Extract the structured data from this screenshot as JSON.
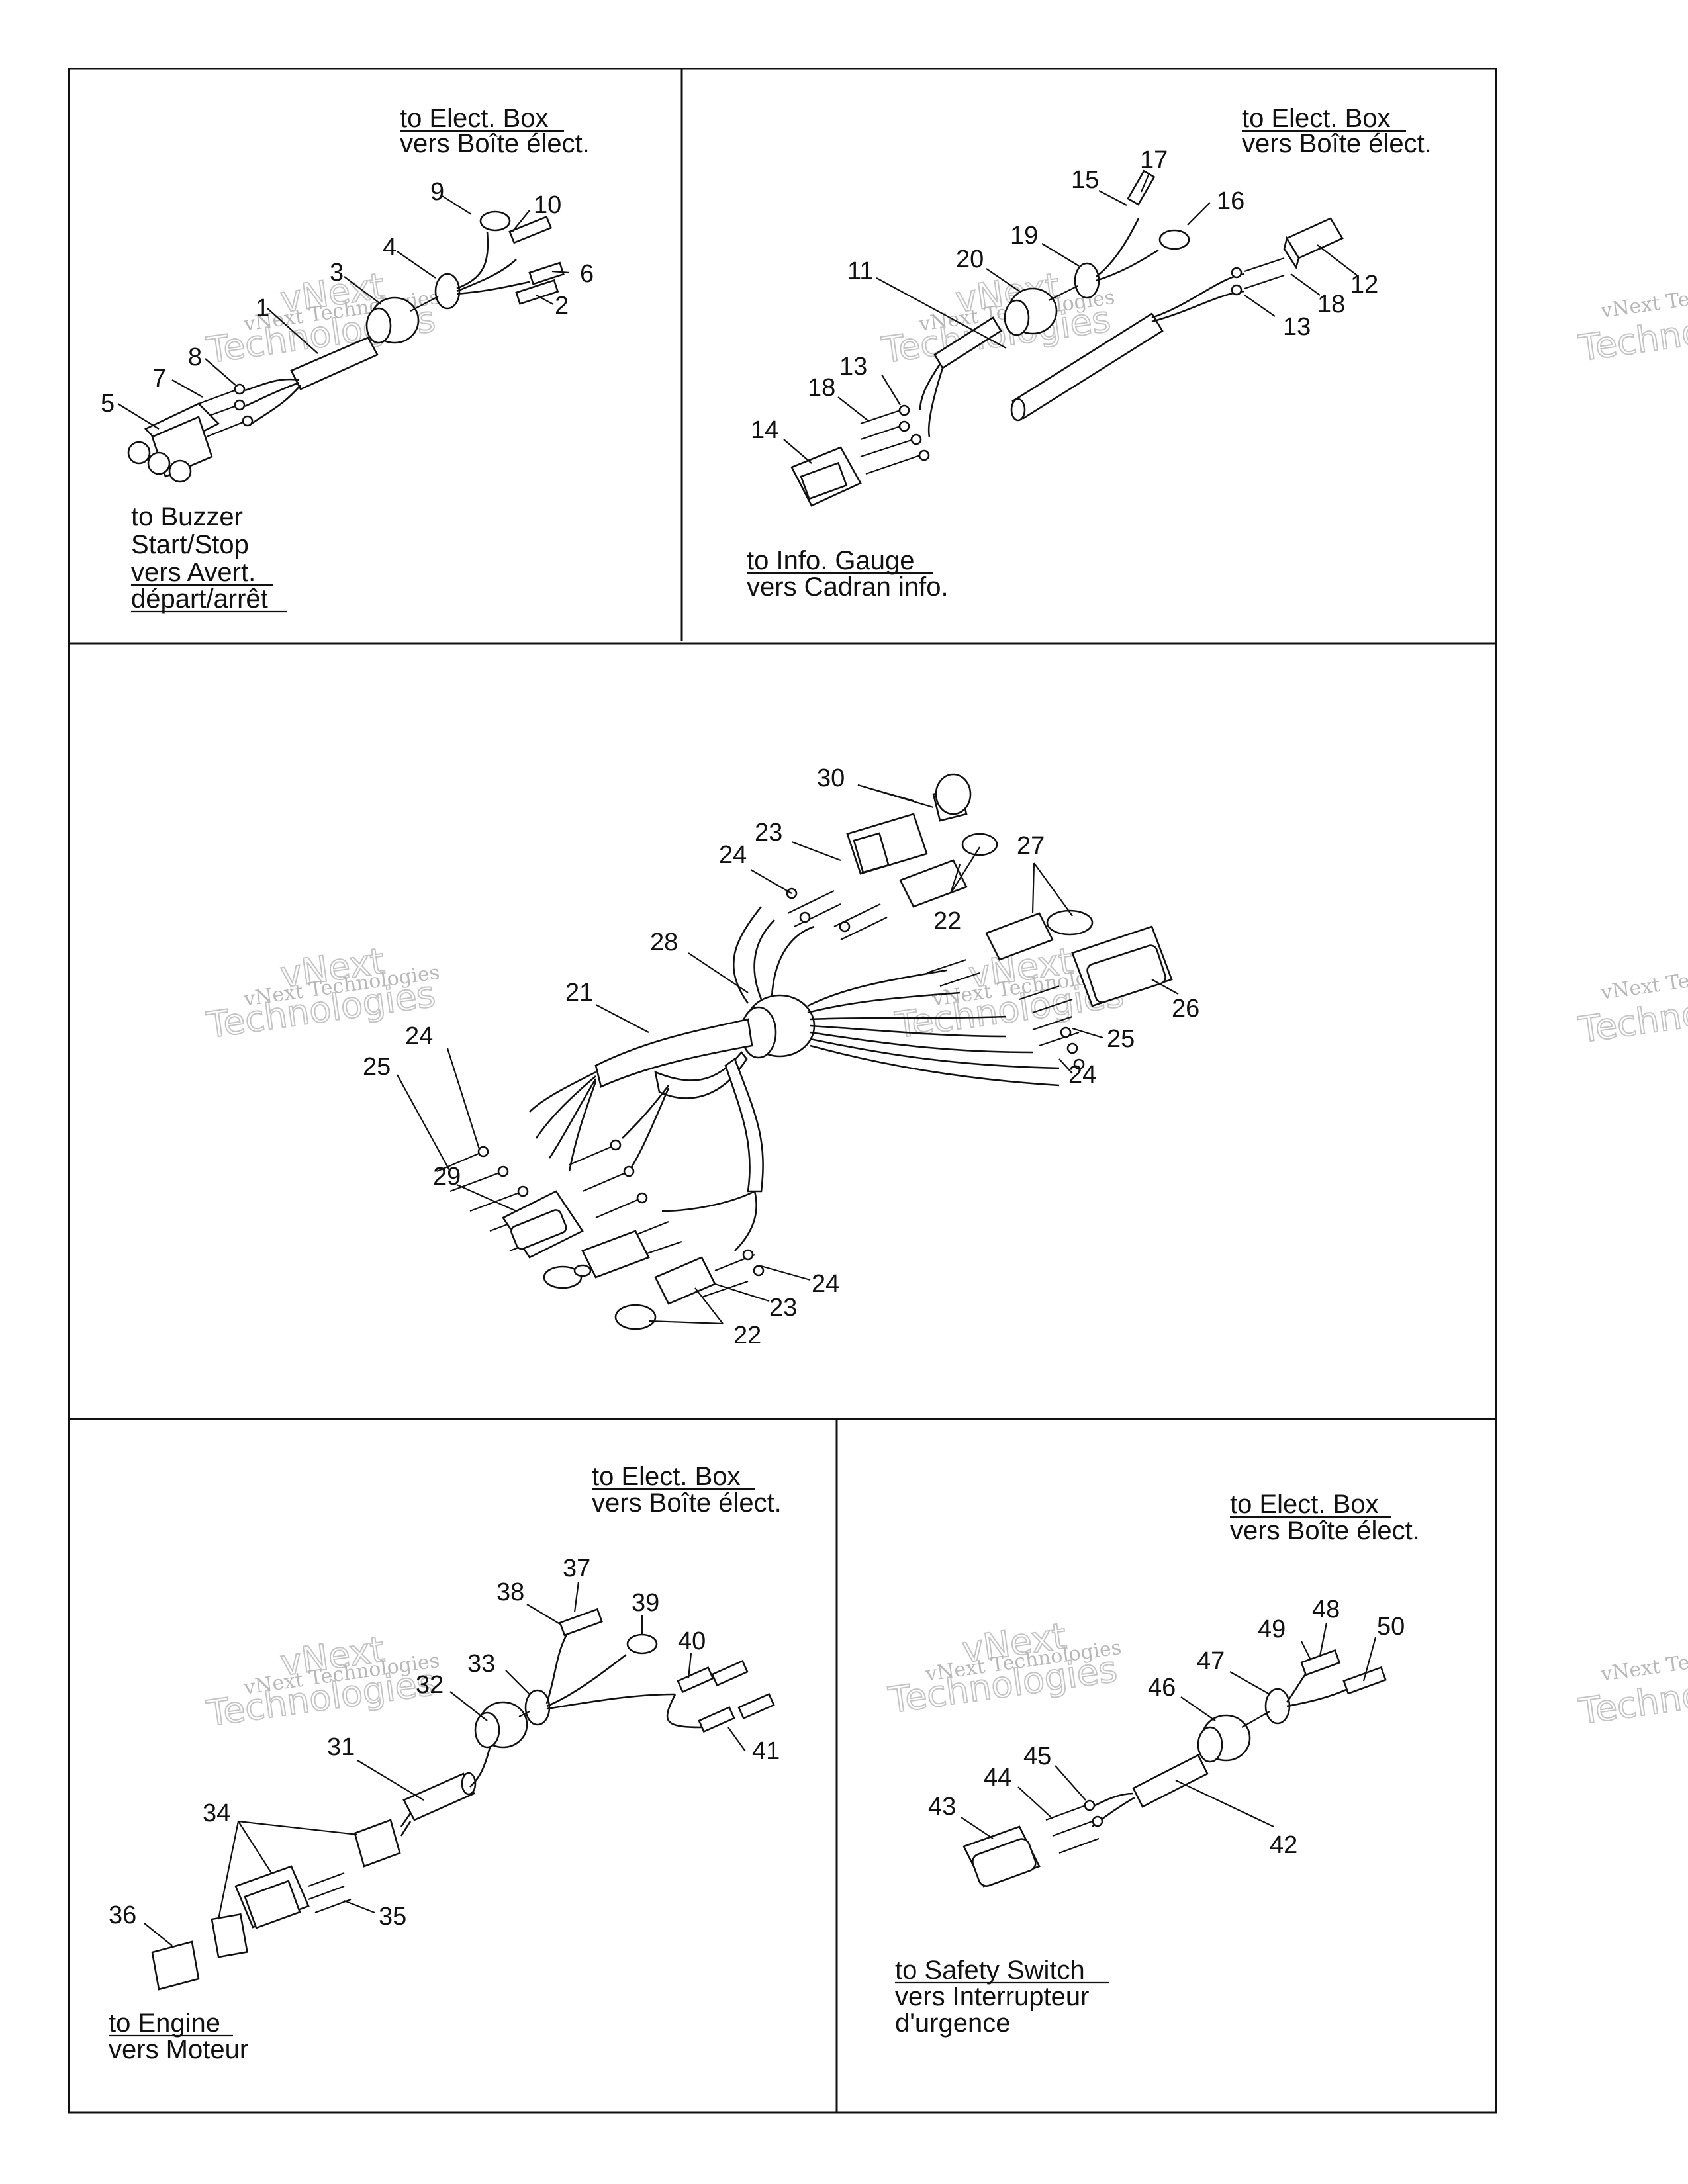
{
  "panels": {
    "p1": {
      "top_caption": [
        "to Elect. Box",
        "vers Boîte élect."
      ],
      "bottom_caption": [
        "to Buzzer",
        "Start/Stop",
        "vers Avert.",
        "départ/arrêt"
      ],
      "labels": [
        "9",
        "10",
        "4",
        "3",
        "6",
        "2",
        "1",
        "8",
        "7",
        "5"
      ]
    },
    "p2": {
      "top_caption": [
        "to Elect. Box",
        "vers Boîte élect."
      ],
      "bottom_caption": [
        "to Info. Gauge",
        "vers Cadran info."
      ],
      "labels": [
        "17",
        "15",
        "16",
        "19",
        "20",
        "11",
        "12",
        "18",
        "13",
        "13",
        "18",
        "14"
      ]
    },
    "p3": {
      "labels": [
        "30",
        "23",
        "24",
        "27",
        "22",
        "28",
        "21",
        "26",
        "24",
        "25",
        "25",
        "24",
        "29",
        "24",
        "23",
        "22"
      ]
    },
    "p4": {
      "top_caption": [
        "to Elect. Box",
        "vers Boîte élect."
      ],
      "bottom_caption": [
        "to Engine",
        "vers Moteur"
      ],
      "labels": [
        "37",
        "38",
        "39",
        "40",
        "33",
        "32",
        "41",
        "31",
        "34",
        "35",
        "36"
      ]
    },
    "p5": {
      "top_caption": [
        "to Elect. Box",
        "vers Boîte élect."
      ],
      "bottom_caption": [
        "to Safety Switch",
        "vers Interrupteur",
        "d'urgence"
      ],
      "labels": [
        "48",
        "49",
        "50",
        "47",
        "46",
        "45",
        "44",
        "43",
        "42"
      ]
    }
  },
  "watermark": {
    "line1": "vNext Technologies",
    "line2": "vNext",
    "line3": "Technologies"
  }
}
